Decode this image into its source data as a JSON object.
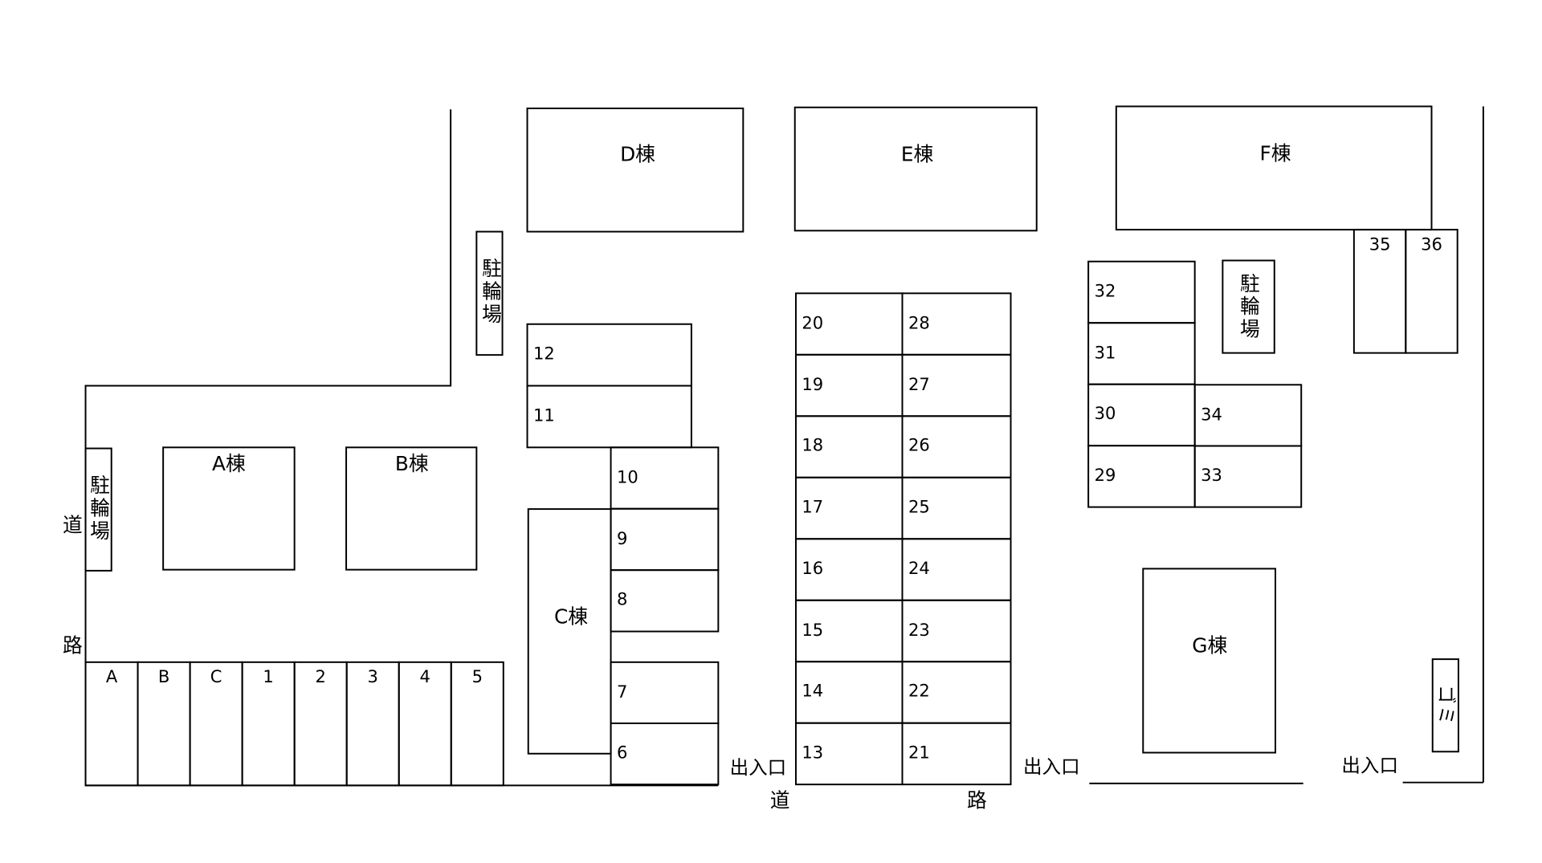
{
  "buildings": {
    "A": "A棟",
    "B": "B棟",
    "C": "C棟",
    "D": "D棟",
    "E": "E棟",
    "F": "F棟",
    "G": "G棟"
  },
  "bicycle_parking": [
    "駐輪場",
    "駐輪場",
    "駐輪場"
  ],
  "garbage": "ゴミ",
  "entrances": [
    "出入口",
    "出入口",
    "出入口"
  ],
  "road": {
    "left": [
      "道",
      "路"
    ],
    "bottom": [
      "道",
      "路"
    ]
  },
  "parking_spaces": {
    "south_row": [
      "A",
      "B",
      "C",
      "1",
      "2",
      "3",
      "4",
      "5"
    ],
    "block_d_south": [
      "12",
      "11"
    ],
    "block_c_east_upper": [
      "10",
      "9",
      "8"
    ],
    "block_c_east_lower": [
      "7",
      "6"
    ],
    "center_west_column": [
      "20",
      "19",
      "18",
      "17",
      "16",
      "15",
      "14",
      "13"
    ],
    "center_east_column": [
      "28",
      "27",
      "26",
      "25",
      "24",
      "23",
      "22",
      "21"
    ],
    "east_west_column": [
      "32",
      "31",
      "30",
      "29"
    ],
    "east_east_column": [
      "34",
      "33"
    ],
    "northeast_pair": [
      "35",
      "36"
    ]
  },
  "colors": {
    "line": "#000000",
    "background": "#ffffff"
  }
}
